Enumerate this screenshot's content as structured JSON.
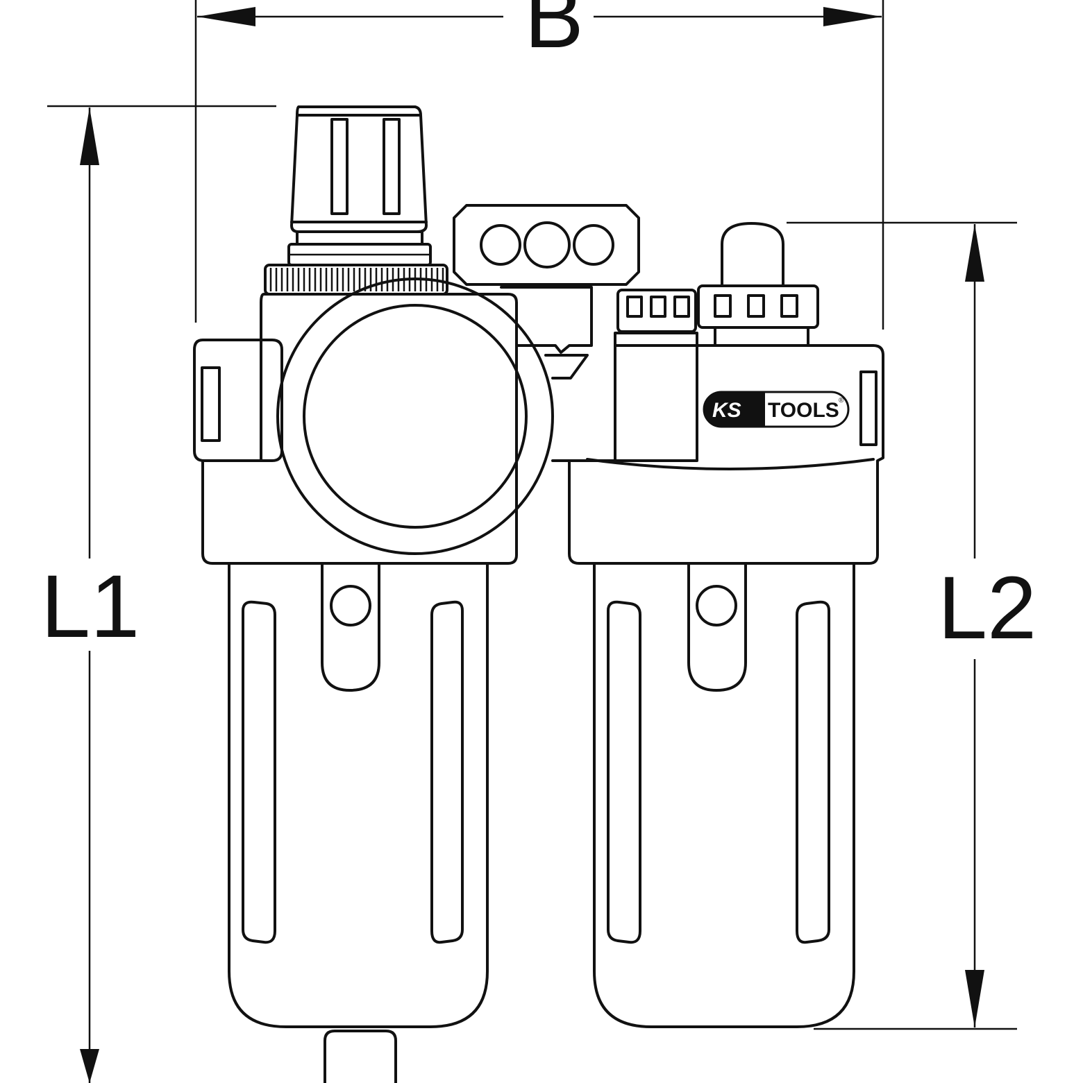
{
  "dimensions": {
    "width_label": "B",
    "height_label_left": "L1",
    "height_label_right": "L2"
  },
  "brand": {
    "logo_part1": "KS",
    "logo_part2": "TOOLS",
    "registered_mark": "®"
  },
  "colors": {
    "line": "#111111",
    "background": "#ffffff"
  }
}
